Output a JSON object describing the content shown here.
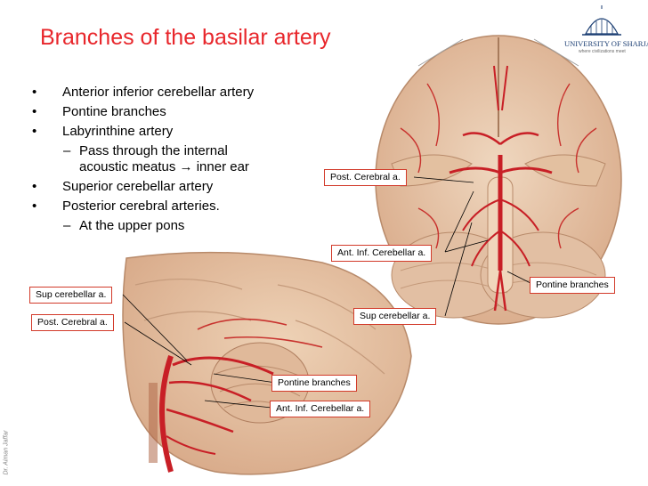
{
  "slide": {
    "title": "Branches of the basilar artery",
    "bullets": [
      "Anterior inferior cerebellar artery",
      "Pontine branches",
      "Labyrinthine artery"
    ],
    "sub_labyrinthine_line1": "Pass through the internal",
    "sub_labyrinthine_line2": "acoustic meatus → inner ear",
    "bullets_2": [
      "Superior cerebellar artery",
      "Posterior cerebral arteries."
    ],
    "sub_posterior": "At the upper pons",
    "bullet_mark": "•",
    "sub_mark": "–"
  },
  "logo": {
    "brand": "UNIVERSITY OF SHARJAH",
    "tagline": "where civilizations meet"
  },
  "labels": {
    "post_cerebral_right": "Post. Cerebral a.",
    "ant_inf_cerebellar_right": "Ant. Inf. Cerebellar a.",
    "pontine_branches_right": "Pontine branches",
    "sup_cerebellar_right": "Sup cerebellar a.",
    "sup_cerebellar_left": "Sup cerebellar a.",
    "post_cerebral_left": "Post. Cerebral a.",
    "pontine_branches_bottom": "Pontine branches",
    "ant_inf_cerebellar_bottom": "Ant. Inf. Cerebellar a."
  },
  "author": "Dr. Aiman Jaffar",
  "colors": {
    "title": "#e8262b",
    "callout_border": "#d23a2a",
    "brain": "#e9c9a9",
    "artery": "#c81f26"
  }
}
